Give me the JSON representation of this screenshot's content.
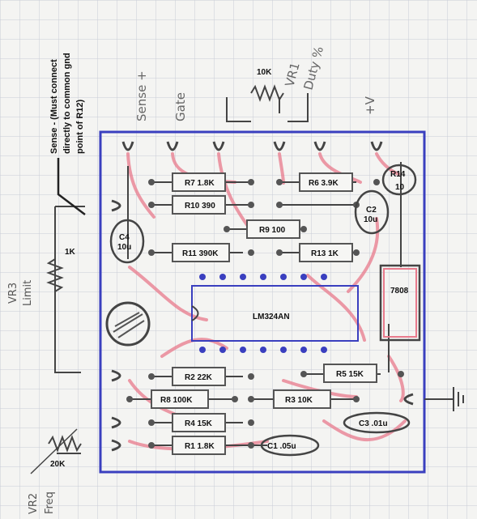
{
  "labels": {
    "sense_plus": "Sense +",
    "gate": "Gate",
    "pot_10k": "10K",
    "vr1": "VR1",
    "duty": "Duty %",
    "plus_v": "+V",
    "sense_minus_note": "Sense - (Must connect",
    "sense_minus_note2": "directly to common gnd",
    "sense_minus_note3": "point of R12)",
    "pot_1k": "1K",
    "vr3": "VR3",
    "limit": "Limit",
    "pot_20k": "20K",
    "vr2": "VR2",
    "freq": "Freq",
    "ic": "LM324AN",
    "regulator": "7808"
  },
  "resistors": {
    "r7": "R7  1.8K",
    "r10": "R10 390",
    "r6": "R6  3.9K",
    "r9": "R9 100",
    "r11": "R11 390K",
    "r13": "R13 1K",
    "r2": "R2  22K",
    "r8": "R8 100K",
    "r5": "R5 15K",
    "r3": "R3 10K",
    "r4": "R4 15K",
    "r1": "R1  1.8K",
    "r14_a": "R14",
    "r14_b": "10"
  },
  "capacitors": {
    "c4_a": "C4",
    "c4_b": "10u",
    "c2_a": "C2",
    "c2_b": "10u",
    "c3": "C3 .01u",
    "c1": "C1 .05u"
  },
  "colors": {
    "board": "#3a3fbf",
    "trace": "#e87a8c",
    "wire": "#444444",
    "grid": "#c9ccd6"
  }
}
